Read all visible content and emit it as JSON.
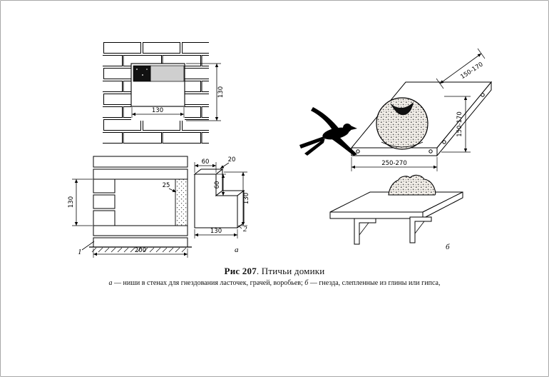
{
  "figure": {
    "caption_bold": "Рис 207",
    "caption_rest": ". Птичьи домики",
    "legend_a_label": "а",
    "legend_a_text": " — ниши в стенах для гнездования ласточек, грачей, воробьев; ",
    "legend_b_label": "б",
    "legend_b_text": " — гнезда, слепленные из глины или гипса,"
  },
  "wall_front": {
    "dim_width": "130",
    "dim_height": "130"
  },
  "wall_section": {
    "dim_height_left": "130",
    "dim_width_bottom": "200",
    "dim_plaster": "25",
    "block_dim_top": "60",
    "block_dim_depth": "20",
    "block_dim_step": "60",
    "block_dim_height": "130",
    "block_dim_width": "130",
    "callout_1": "1",
    "callout_2": "2",
    "label_a": "а"
  },
  "nest_shelf": {
    "dim_depth": "150-170",
    "dim_height": "150-170",
    "dim_width": "250-270",
    "label_b": "б"
  }
}
